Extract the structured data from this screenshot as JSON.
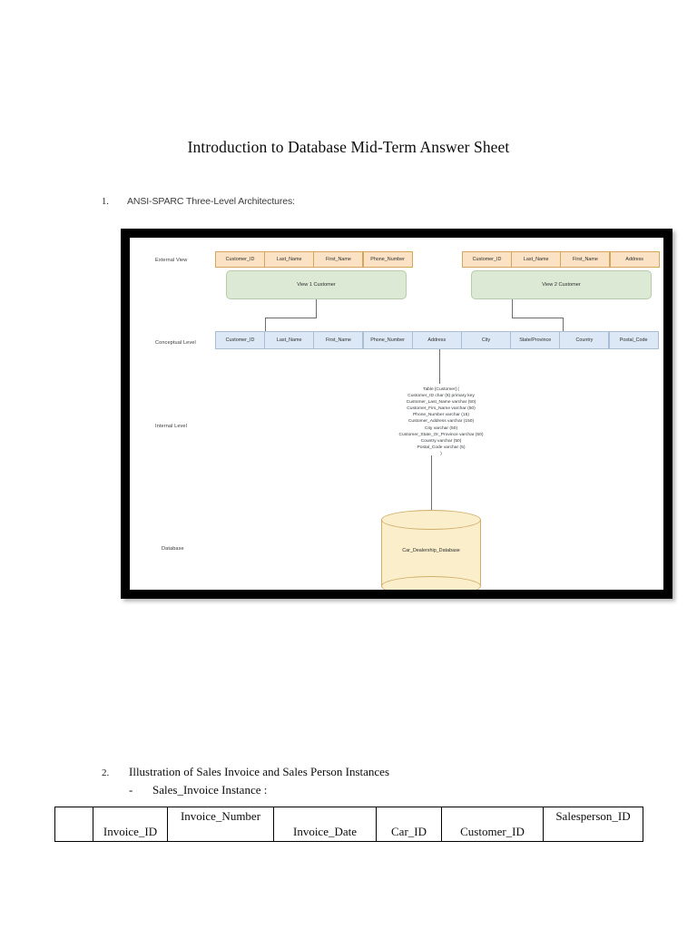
{
  "document": {
    "title": "Introduction to Database Mid-Term Answer Sheet"
  },
  "item1": {
    "number": "1.",
    "text": "ANSI-SPARC Three-Level Architectures:"
  },
  "diagram": {
    "levels": {
      "external": "External View",
      "conceptual": "Conceptual Level",
      "internal": "Internal Level",
      "database": "Database"
    },
    "external_view_1": {
      "label": "View 1 Customer",
      "attributes": [
        "Customer_ID",
        "Last_Name",
        "First_Name",
        "Phone_Number"
      ]
    },
    "external_view_2": {
      "label": "View 2 Customer",
      "attributes": [
        "Customer_ID",
        "Last_Name",
        "First_Name",
        "Address"
      ]
    },
    "conceptual_attributes": [
      "Customer_ID",
      "Last_Name",
      "First_Name",
      "Phone_Number",
      "Address",
      "City",
      "State/Province",
      "Country",
      "Postal_Code"
    ],
    "internal_schema": "Table [Customer] (\nCustomer_ID char (8) primary key\nCustomer_Last_Name varchar (50)\nCustomer_Firs_Name varchar (50)\nPhone_Number varchar (15)\nCustomer_Address varchar (150)\nCity varchar (50)\nCustomer_State_Or_Province varchar (50)\nCountry varchar (50)\nPostal_Code varchar (5)\n)",
    "database_name": "Car_Dealership_Database",
    "colors": {
      "external_fill": "#fbe2c4",
      "external_border": "#d6a55c",
      "view_fill": "#dce9d4",
      "view_border": "#b6ccab",
      "conceptual_fill": "#dce8f5",
      "conceptual_border": "#a9bdd4",
      "database_fill": "#fbeecb",
      "database_border": "#cfae6a",
      "frame": "#000000"
    }
  },
  "item2": {
    "number": "2.",
    "text": "Illustration of Sales Invoice and Sales Person Instances",
    "dash": "-",
    "subtext": "Sales_Invoice Instance :"
  },
  "invoice_table": {
    "headers": [
      "",
      "Invoice_ID",
      "Invoice_Number",
      "Invoice_Date",
      "Car_ID",
      "Customer_ID",
      "Salesperson_ID"
    ]
  }
}
